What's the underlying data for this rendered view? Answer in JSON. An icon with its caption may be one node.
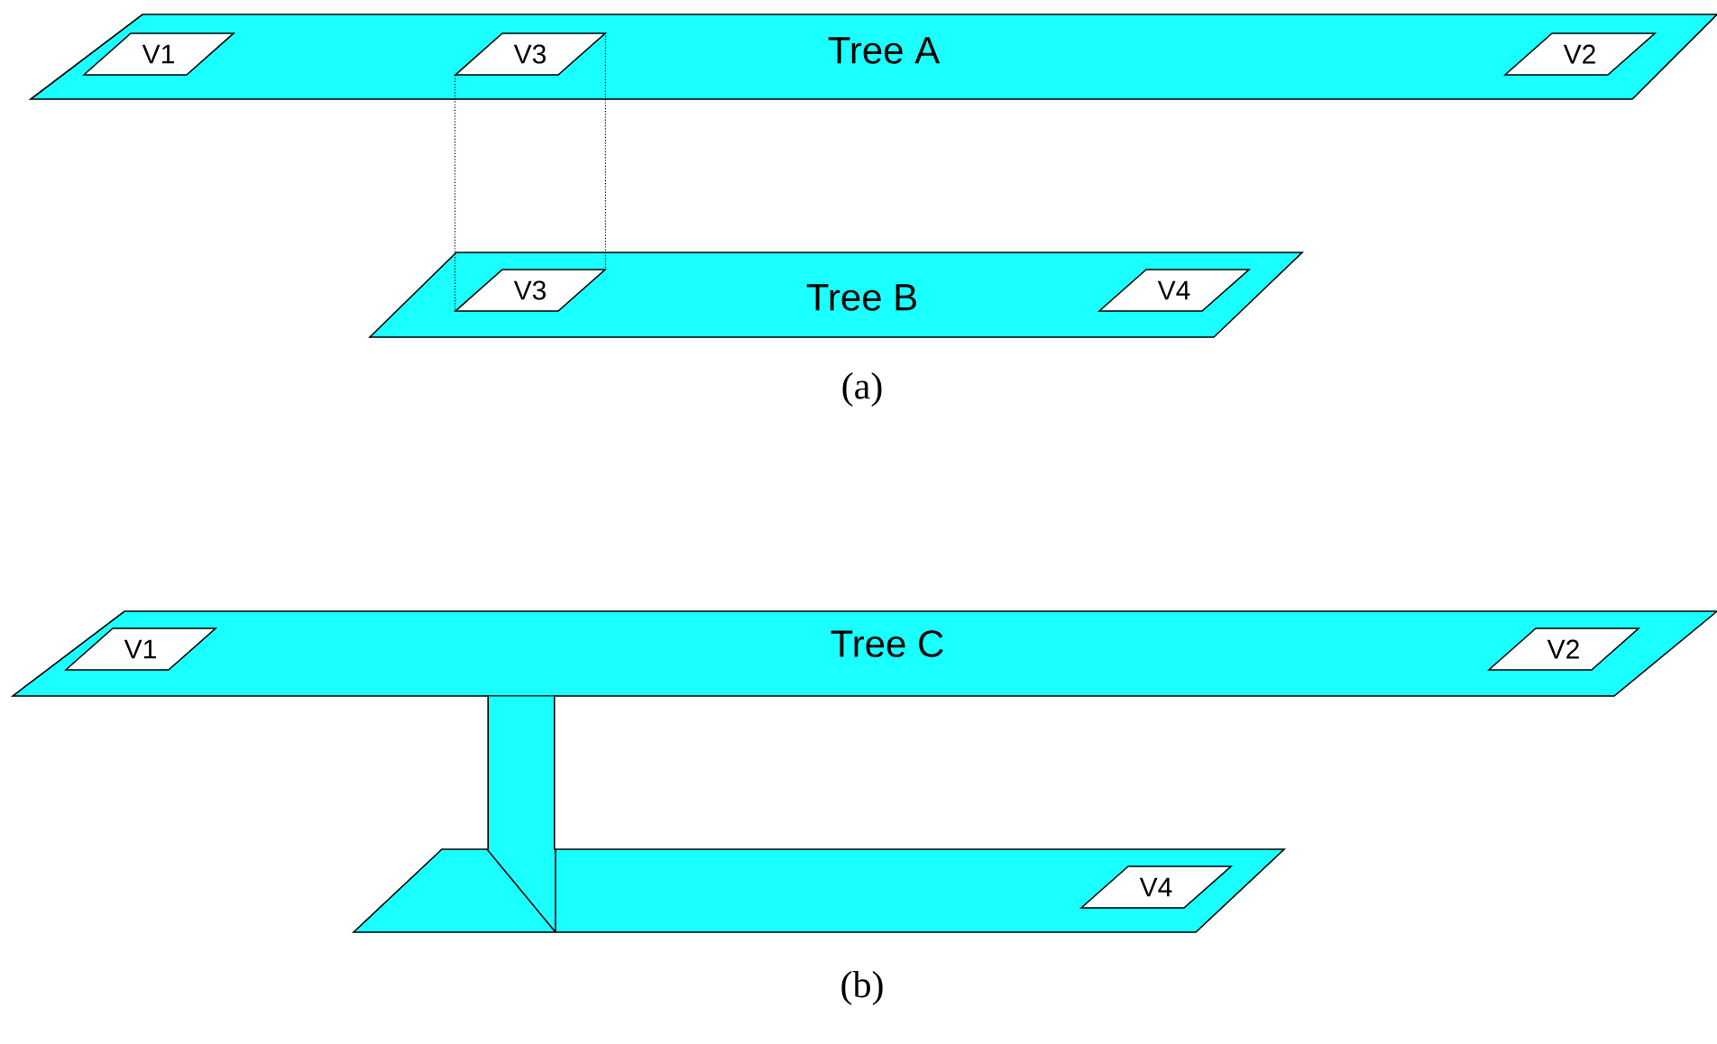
{
  "diagram": {
    "nodes": [
      {
        "text": [
          "Tree A"
        ]
      },
      {
        "text": [
          "V1"
        ],
        "in": 0
      },
      {
        "text": [
          "V3"
        ],
        "in": 0
      },
      {
        "text": [
          "V2"
        ],
        "in": 0
      },
      {
        "text": [
          "Tree B"
        ]
      },
      {
        "text": [
          "V3"
        ],
        "in": 4
      },
      {
        "text": [
          "V4"
        ],
        "in": 4
      },
      {
        "text": [
          "Tree C"
        ]
      },
      {
        "text": [
          "V1"
        ],
        "in": 7
      },
      {
        "text": [
          "V2"
        ],
        "in": 7
      },
      {
        "text": [],
        "shape": "band"
      },
      {
        "text": [
          "V4"
        ],
        "in": 10
      }
    ],
    "edges": [
      {
        "from": 2,
        "to": 5,
        "arrow": "none",
        "style": "dashed"
      },
      {
        "from": 2,
        "to": 5,
        "arrow": "none",
        "style": "dashed"
      },
      {
        "from": 7,
        "to": 10,
        "arrow": "none",
        "style": "thick"
      }
    ],
    "labels": [
      "(a)",
      "(b)"
    ]
  }
}
